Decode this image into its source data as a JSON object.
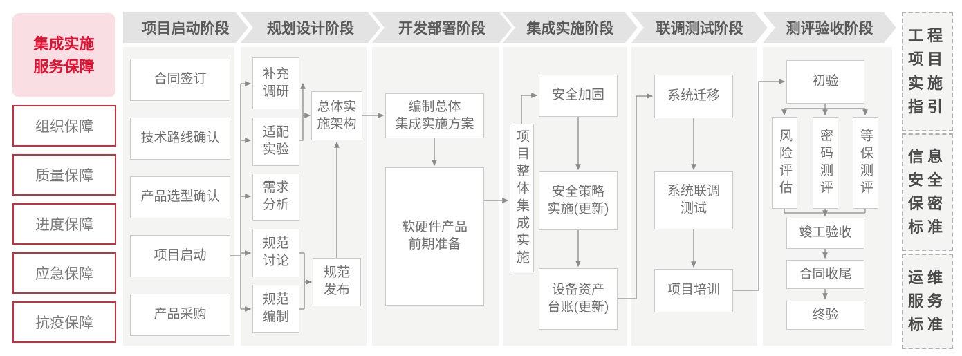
{
  "sidebar": {
    "title": "集成实施\n服务保障",
    "items": [
      "组织保障",
      "质量保障",
      "进度保障",
      "应急保障",
      "抗疫保障"
    ]
  },
  "phases": [
    {
      "label": "项目启动阶段",
      "boxes": [
        "合同签订",
        "技术路线确认",
        "产品选型确认",
        "项目启动",
        "产品采购"
      ]
    },
    {
      "label": "规划设计阶段",
      "boxes": [
        "补充\n调研",
        "适配\n实验",
        "需求\n分析",
        "规范\n讨论",
        "规范\n编制",
        "总体实\n施架构",
        "规范\n发布"
      ]
    },
    {
      "label": "开发部署阶段",
      "boxes": [
        "编制总体\n集成实施方案",
        "软硬件产品\n前期准备"
      ]
    },
    {
      "label": "集成实施阶段",
      "boxes": [
        "项目整体集成实施",
        "安全加固",
        "安全策略\n实施(更新)",
        "设备资产\n台账(更新)"
      ]
    },
    {
      "label": "联调测试阶段",
      "boxes": [
        "系统迁移",
        "系统联调\n测试",
        "项目培训"
      ]
    },
    {
      "label": "测评验收阶段",
      "boxes": [
        "初验",
        "风险评估",
        "密码测评",
        "等保测评",
        "竣工验收",
        "合同收尾",
        "终验"
      ]
    }
  ],
  "standards": [
    "工程\n项目\n实施\n指引",
    "信息\n安全\n保密\n标准",
    "运维\n服务\n标准"
  ],
  "colors": {
    "accent_red": "#e60f2f",
    "border_red": "#c5303e",
    "pink_bg": "#f9dee3",
    "banner_gray": "#e3e3e3",
    "column_gray": "#f4f4f3",
    "line_gray": "#8a8a8a",
    "text_gray": "#6e6e6e"
  }
}
